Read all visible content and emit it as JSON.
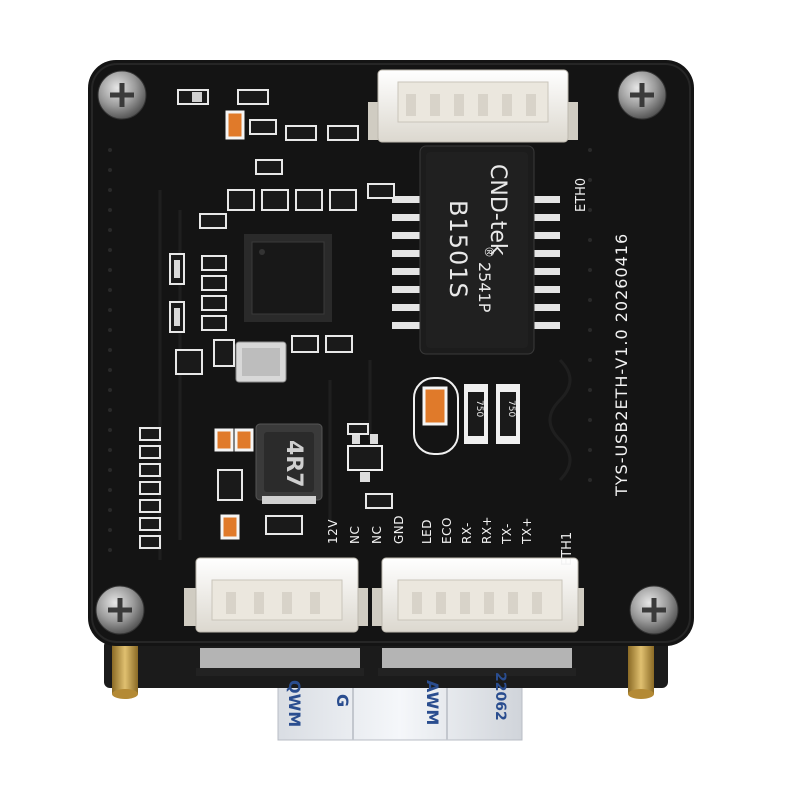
{
  "board": {
    "version_text": "TYS-USB2ETH-V1.0  20260416",
    "eth0_label": "ETH0",
    "eth1_label": "ETH1",
    "pin_labels_left": [
      "12V",
      "NC",
      "NC",
      "GND"
    ],
    "pin_labels_right": [
      "LED",
      "ECO",
      "RX-",
      "RX+",
      "TX-",
      "TX+"
    ]
  },
  "transformer": {
    "brand": "CND-tek",
    "model": "2541P",
    "date": "B1501S",
    "registered": "®"
  },
  "inductor": {
    "marking": "4R7"
  },
  "resistors": [
    "750",
    "750"
  ],
  "ribbon": {
    "texts": [
      "QWM",
      "G",
      "AWM",
      "22062"
    ]
  },
  "colors": {
    "pcb": "#141414",
    "silkscreen": "#f2f2f2",
    "connector": "#f3f1ec",
    "gold": "#c8a04a"
  }
}
